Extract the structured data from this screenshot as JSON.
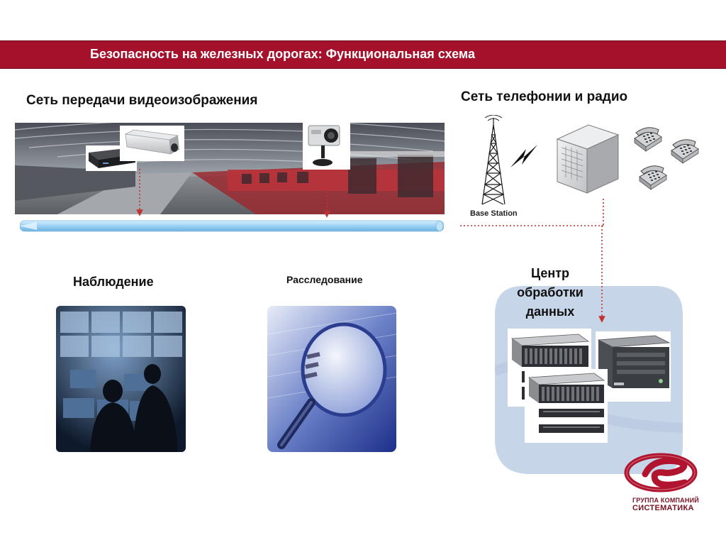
{
  "title": "Безопасность на железных дорогах: Функциональная схема",
  "video_network": {
    "heading": "Сеть передачи видеоизображения"
  },
  "telephony": {
    "heading": "Сеть телефонии и радио",
    "base_station_label": "Base Station"
  },
  "observation": {
    "heading": "Наблюдение"
  },
  "investigation": {
    "heading": "Расследование"
  },
  "data_center": {
    "heading": "Центр обработки данных"
  },
  "logo": {
    "line1": "ГРУППА КОМПАНИЙ",
    "line2": "СИСТЕМАТИКА"
  },
  "colors": {
    "title_bar": "#a5112b",
    "connector": "#c03030",
    "tube": "#a9d8f5",
    "data_center_bg": "#c7d5e8",
    "logo": "#b0142e"
  },
  "icons": [
    "radio-tower-icon",
    "lightning-icon",
    "pbx-server-icon",
    "telephone-icon",
    "dvr-icon",
    "box-camera-icon",
    "dome-camera-icon",
    "storage-array-icon",
    "rack-server-icon",
    "magnifier-icon"
  ]
}
